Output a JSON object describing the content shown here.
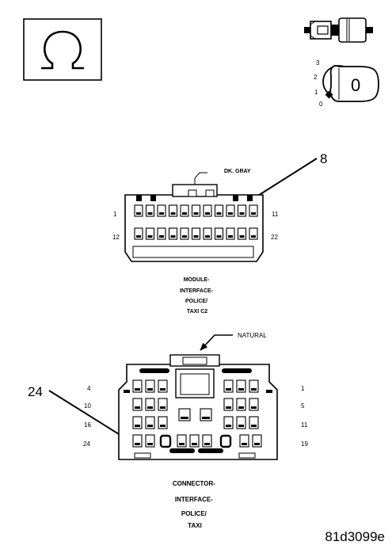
{
  "figure_id": "81d3099e",
  "key_positions": [
    "3",
    "2",
    "1",
    "0"
  ],
  "key_cylinder_label": "0",
  "connector_c2": {
    "callout": "8",
    "housing_color": "DK. GRAY",
    "pin_labels": {
      "top_left": "1",
      "top_right": "11",
      "bottom_left": "12",
      "bottom_right": "22"
    },
    "caption_lines": [
      "MODULE-",
      "INTERFACE-",
      "POLICE/",
      "TAXI C2"
    ]
  },
  "connector_main": {
    "callout": "24",
    "housing_color": "NATURAL",
    "pin_labels_left": [
      "4",
      "10",
      "16",
      "24"
    ],
    "pin_labels_right": [
      "1",
      "5",
      "11",
      "19"
    ],
    "caption_lines": [
      "CONNECTOR-",
      "INTERFACE-",
      "POLICE/",
      "TAXI"
    ]
  },
  "colors": {
    "line": "#000000",
    "background": "#ffffff"
  },
  "icons": [
    "ohm-symbol-icon",
    "probe-connector-icon",
    "ignition-key-icon"
  ]
}
